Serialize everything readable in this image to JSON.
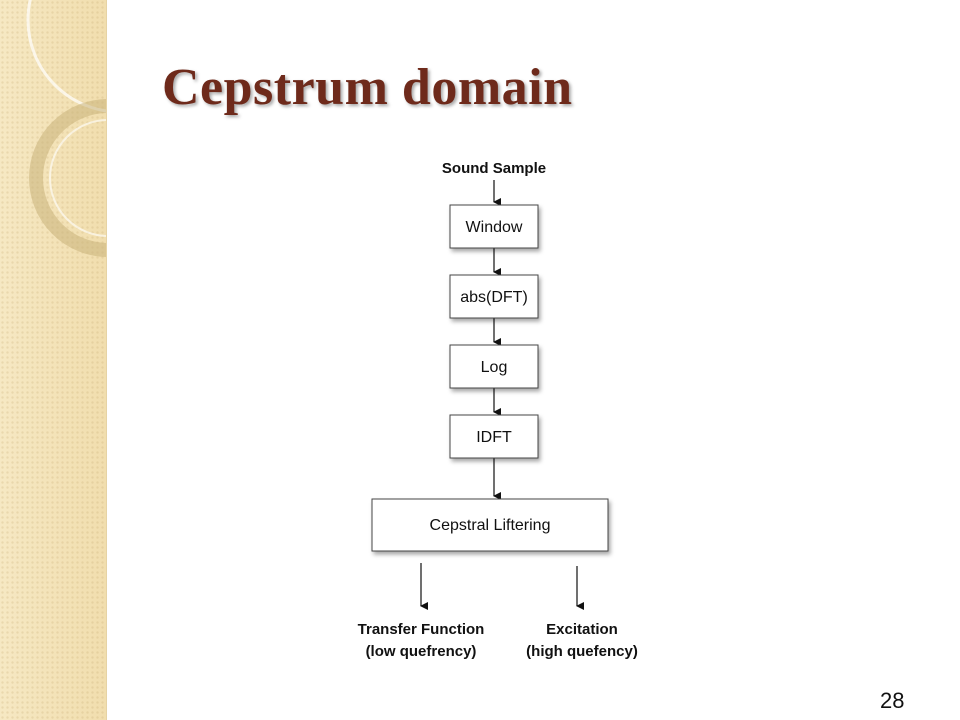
{
  "slide": {
    "title": "Cepstrum domain",
    "page_number": "28"
  },
  "diagram": {
    "input_label": "Sound Sample",
    "steps": [
      "Window",
      "abs(DFT)",
      "Log",
      "IDFT"
    ],
    "lifter_label": "Cepstral Liftering",
    "outputs": [
      {
        "line1": "Transfer Function",
        "line2": "(low quefrency)"
      },
      {
        "line1": "Excitation",
        "line2": "(high quefency)"
      }
    ]
  }
}
